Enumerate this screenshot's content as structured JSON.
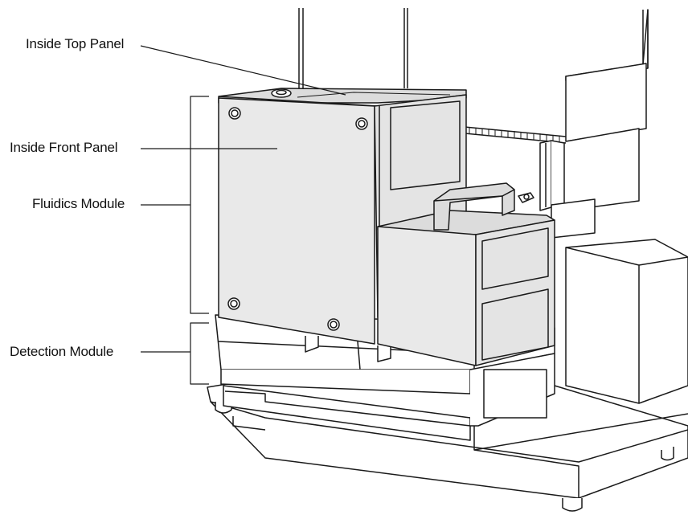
{
  "labels": {
    "inside_top_panel": "Inside Top Panel",
    "inside_front_panel": "Inside Front Panel",
    "fluidics_module": "Fluidics Module",
    "detection_module": "Detection Module"
  },
  "colors": {
    "line": "#1a1a1a",
    "panel_fill": "#e9e9e9",
    "panel_dark": "#d6d6d6",
    "background": "#ffffff"
  }
}
